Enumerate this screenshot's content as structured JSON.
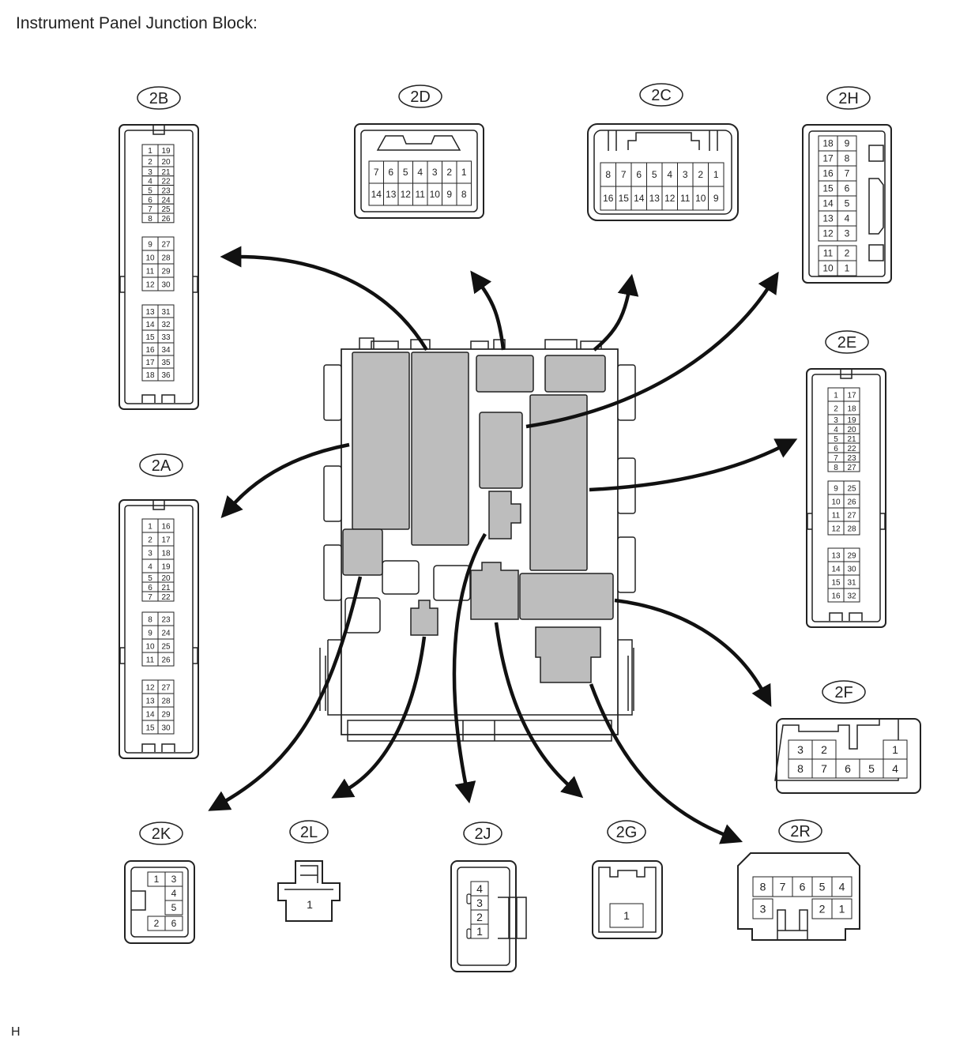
{
  "title": "Instrument Panel Junction Block:",
  "footer": "H",
  "connectors": {
    "c2B": {
      "label": "2B",
      "rows": [
        [
          "1",
          "19"
        ],
        [
          "2",
          "20"
        ],
        [
          "3",
          "21"
        ],
        [
          "4",
          "22"
        ],
        [
          "5",
          "23"
        ],
        [
          "6",
          "24"
        ],
        [
          "7",
          "25"
        ],
        [
          "8",
          "26"
        ],
        [
          "9",
          "27"
        ],
        [
          "10",
          "28"
        ],
        [
          "11",
          "29"
        ],
        [
          "12",
          "30"
        ],
        [
          "13",
          "31"
        ],
        [
          "14",
          "32"
        ],
        [
          "15",
          "33"
        ],
        [
          "16",
          "34"
        ],
        [
          "17",
          "35"
        ],
        [
          "18",
          "36"
        ]
      ]
    },
    "c2A": {
      "label": "2A",
      "rows": [
        [
          "1",
          "16"
        ],
        [
          "2",
          "17"
        ],
        [
          "3",
          "18"
        ],
        [
          "4",
          "19"
        ],
        [
          "5",
          "20"
        ],
        [
          "6",
          "21"
        ],
        [
          "7",
          "22"
        ],
        [
          "8",
          "23"
        ],
        [
          "9",
          "24"
        ],
        [
          "10",
          "25"
        ],
        [
          "11",
          "26"
        ],
        [
          "12",
          "27"
        ],
        [
          "13",
          "28"
        ],
        [
          "14",
          "29"
        ],
        [
          "15",
          "30"
        ]
      ]
    },
    "c2D": {
      "label": "2D",
      "top": [
        "7",
        "6",
        "5",
        "4",
        "3",
        "2",
        "1"
      ],
      "bottom": [
        "14",
        "13",
        "12",
        "11",
        "10",
        "9",
        "8"
      ]
    },
    "c2C": {
      "label": "2C",
      "top": [
        "8",
        "7",
        "6",
        "5",
        "4",
        "3",
        "2",
        "1"
      ],
      "bottom": [
        "16",
        "15",
        "14",
        "13",
        "12",
        "11",
        "10",
        "9"
      ]
    },
    "c2H": {
      "label": "2H",
      "rows": [
        [
          "18",
          "9"
        ],
        [
          "17",
          "8"
        ],
        [
          "16",
          "7"
        ],
        [
          "15",
          "6"
        ],
        [
          "14",
          "5"
        ],
        [
          "13",
          "4"
        ],
        [
          "12",
          "3"
        ],
        [
          "11",
          "2"
        ],
        [
          "10",
          "1"
        ]
      ]
    },
    "c2E": {
      "label": "2E",
      "rows": [
        [
          "1",
          "17"
        ],
        [
          "2",
          "18"
        ],
        [
          "3",
          "19"
        ],
        [
          "4",
          "20"
        ],
        [
          "5",
          "21"
        ],
        [
          "6",
          "22"
        ],
        [
          "7",
          "23"
        ],
        [
          "8",
          "27"
        ],
        [
          "9",
          "25"
        ],
        [
          "10",
          "26"
        ],
        [
          "11",
          "27"
        ],
        [
          "12",
          "28"
        ],
        [
          "13",
          "29"
        ],
        [
          "14",
          "30"
        ],
        [
          "15",
          "31"
        ],
        [
          "16",
          "32"
        ]
      ]
    },
    "c2F": {
      "label": "2F",
      "top": [
        "3",
        "2",
        "1"
      ],
      "bottom": [
        "8",
        "7",
        "6",
        "5",
        "4"
      ]
    },
    "c2K": {
      "label": "2K",
      "pins": [
        "1",
        "3",
        "4",
        "5",
        "2",
        "6"
      ]
    },
    "c2L": {
      "label": "2L",
      "pins": [
        "1"
      ]
    },
    "c2J": {
      "label": "2J",
      "pins": [
        "4",
        "3",
        "2",
        "1"
      ]
    },
    "c2G": {
      "label": "2G",
      "pins": [
        "1"
      ]
    },
    "c2R": {
      "label": "2R",
      "top": [
        "8",
        "7",
        "6",
        "5",
        "4"
      ],
      "bottom": [
        "3",
        "2",
        "1"
      ]
    }
  }
}
